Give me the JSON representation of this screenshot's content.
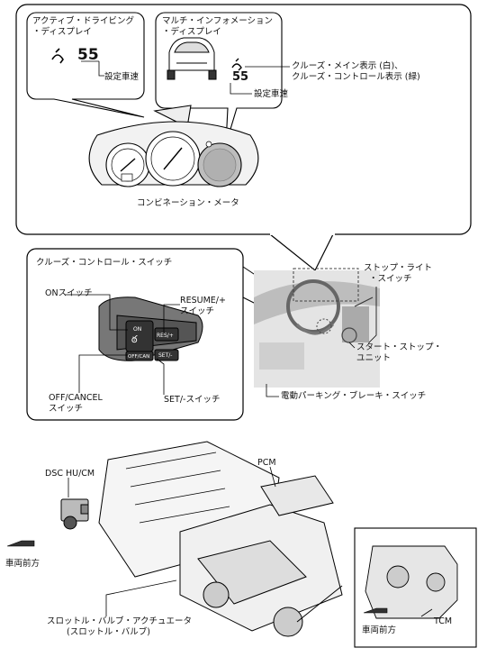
{
  "meter_callout": {
    "left_box_title_line1": "アクティブ・ドライビング",
    "left_box_title_line2": "・ディスプレイ",
    "left_speed": "55",
    "left_set_speed_label": "設定車速",
    "right_box_title_line1": "マルチ・インフォメーション",
    "right_box_title_line2": "・ディスプレイ",
    "right_speed": "55",
    "right_set_speed_label": "設定車速",
    "cruise_label_line1": "クルーズ・メイン表示 (白)、",
    "cruise_label_line2": "クルーズ・コントロール表示 (緑)",
    "meter_caption": "コンビネーション・メータ"
  },
  "switch_callout": {
    "title": "クルーズ・コントロール・スイッチ",
    "on_switch": "ONスイッチ",
    "resume_line1": "RESUME/+",
    "resume_line2": "スイッチ",
    "off_line1": "OFF/CANCEL",
    "off_line2": "スイッチ",
    "set_switch": "SET/-スイッチ",
    "btn_on": "ON",
    "btn_res": "RES/+",
    "btn_off": "OFF/CAN",
    "btn_set": "SET/-"
  },
  "cabin": {
    "stop_light_line1": "ストップ・ライト",
    "stop_light_line2": "・スイッチ",
    "start_stop_line1": "スタート・ストップ・",
    "start_stop_line2": "ユニット",
    "epb_switch": "電動パーキング・ブレーキ・スイッチ"
  },
  "engine": {
    "dsc": "DSC HU/CM",
    "pcm": "PCM",
    "front_left": "車両前方",
    "throttle_line1": "スロットル・バルブ・アクチュエータ",
    "throttle_line2": "(スロットル・バルブ)",
    "tcm": "TCM",
    "front_right": "車両前方"
  }
}
